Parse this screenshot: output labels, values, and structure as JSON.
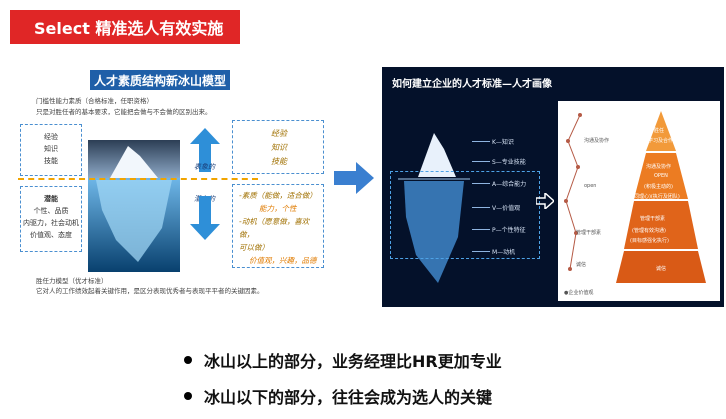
{
  "header": {
    "title": "Select  精准选人有效实施"
  },
  "left": {
    "title": "人才素质结构新冰山模型",
    "note_top_1": "门槛性能力素质（合格标准，任职资格）",
    "note_top_2": "只是对胜任者的基本要求，它能把会做与不会做的区别出来。",
    "above_box": [
      "经验",
      "知识",
      "技能"
    ],
    "below_box": [
      "潜能",
      "个性、品质",
      "内驱力，社会动机",
      "价值观、态度"
    ],
    "arrow_up_label": "表象的",
    "arrow_down_label": "潜在的",
    "right_top": [
      "经验",
      "知识",
      "技能"
    ],
    "right_bottom": [
      "-素质（能做，适合做）",
      "能力，个性",
      "-动机（愿意做，喜欢做，",
      "可以做）",
      "价值观，兴趣，品德"
    ],
    "note_bottom_1": "胜任力模型（优才标准）",
    "note_bottom_2": "它对人的工作绩效起着关键作用，是区分表现优秀者与表现平平者的关键因素。"
  },
  "right": {
    "title": "如何建立企业的人才标准—人才画像",
    "iceberg_labels": [
      "K—知识",
      "S—专业技能",
      "A—综合能力",
      "V—价值观",
      "P—个性特征",
      "M—动机"
    ],
    "pyramid": [
      "胜任",
      "(学习及合作能力)",
      "沟通及协作",
      "OPEN",
      "(积极主动的)",
      "(同理心)(执行及团队)",
      "管理干部素",
      "(管理有效沟通)",
      "(目标感强化执行)",
      "诚信"
    ],
    "side_labels": [
      "沟通及协作",
      "open",
      "管理干部素",
      "诚信"
    ],
    "legend": "●企业价值观"
  },
  "bullets": [
    "冰山以上的部分，业务经理比HR更加专业",
    "冰山以下的部分，往往会成为选人的关键"
  ],
  "colors": {
    "header_red": "#e02626",
    "accent_blue": "#1f5fa8",
    "gold": "#f1a400"
  }
}
